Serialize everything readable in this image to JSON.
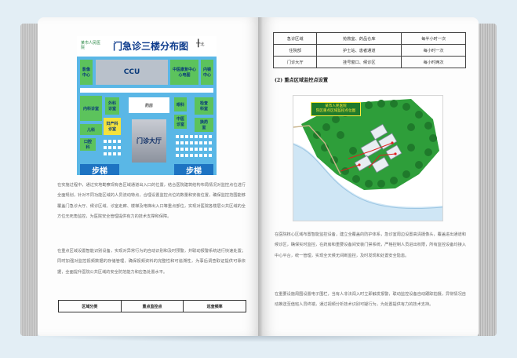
{
  "book": {
    "left_page": {
      "floor_map": {
        "logo_text": "某市人民医院",
        "title": "门急诊三楼分布图",
        "ccu_label": "CCU",
        "center_label": "中医康复中心\n心电图",
        "left_top_label": "影像\n中心",
        "right_top_label": "内镜\n中心",
        "neike_label": "内科诊室",
        "waike_label": "外科\n诊室",
        "fuke_label": "妇产科\n诊室",
        "erke_label": "儿科",
        "kouqiang_label": "口腔\n科",
        "yanke_label": "眼科",
        "yao_label": "药房",
        "zhong_label": "中医\n诊室",
        "jiancha_label": "检查\n科室",
        "huanjiao_label": "换药\n室",
        "hall_label": "门诊大厅",
        "stair_left": "步梯",
        "stair_right": "步梯"
      },
      "paragraphs": [
        "在实施过程中，通过实地勘察现有各区域通道出入口的位置，结合医院建筑结构布局情况对监控点位进行全面规划，针对不同功能区域的人员流动特点，合理设置监控点位的数量和安装位置，确保监控范围能够覆盖门急诊大厅、候诊区域、诊室走廊、楼梯及电梯出入口等重点部位，实现对医院各楼层公共区域的全方位无死角监控，为医院安全管理提供有力的技术支撑和保障。",
        "在重点区域设置智能识别设备，实现对异常行为的自动识别和及时预警，并联动报警系统进行快速处置；同时加强对监控视频数据的存储管理，确保视频资料的完整性和可追溯性，为事后调查取证提供可靠依据，全面提升医院公共区域的安全防范能力和应急处置水平。"
      ],
      "table_headers": [
        "区域分类",
        "重点监控点",
        "巡查频率"
      ]
    },
    "right_page": {
      "table_rows": [
        [
          "急诊区域",
          "抢救室、药品仓库",
          "每半小时一次"
        ],
        [
          "住院部",
          "护士站、患者通道",
          "每小时一次"
        ],
        [
          "门诊大厅",
          "挂号窗口、候诊区",
          "每小时两次"
        ]
      ],
      "section_heading": "(2) 重点区域监控点设置",
      "map_legend": "某市人民医院\n院区重点区域监控点位图",
      "paragraphs": [
        "在医院核心区域布置智能监控设备，建立全覆盖的防护体系，急诊室周边设置高清摄像头，覆盖进出通道和候诊区，确保实时监控，在药房和重要设备间安装门禁系统，严格控制人员进出权限，所有监控设备均接入中心平台，统一管理，实现全天候无间断监控，及时发现和处置安全隐患。",
        "在重要设施周围设置电子围栏，当有人非法闯入时立即触发报警，联动监控设备自动跟踪拍摄，异常情况自动推送至值班人员终端，通过视频分析技术识别可疑行为，为处置提供有力的技术支持。"
      ]
    }
  },
  "colors": {
    "map_blue": "#5ab7e6",
    "title_navy": "#0d3b8c",
    "grass_green": "#2e9e3a",
    "stair_blue": "#1d73c2",
    "background": "#e3eef5"
  }
}
